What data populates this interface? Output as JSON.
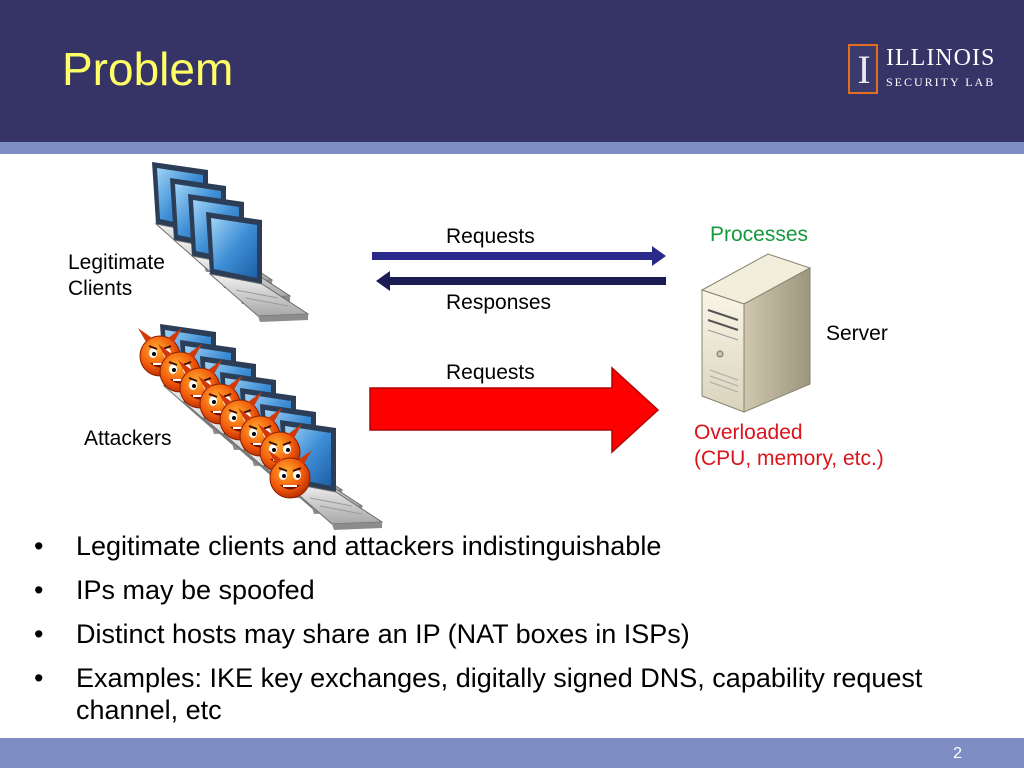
{
  "slide": {
    "title": "Problem",
    "page_number": "2"
  },
  "logo": {
    "letter": "I",
    "name": "ILLINOIS",
    "subtitle": "SECURITY LAB"
  },
  "diagram": {
    "legit_clients_label_line1": "Legitimate",
    "legit_clients_label_line2": "Clients",
    "attackers_label": "Attackers",
    "requests_top_label": "Requests",
    "responses_label": "Responses",
    "requests_bottom_label": "Requests",
    "processes_label": "Processes",
    "server_label": "Server",
    "overloaded_line1": "Overloaded",
    "overloaded_line2": "(CPU, memory, etc.)"
  },
  "bullets": [
    "Legitimate clients and attackers indistinguishable",
    "IPs may be spoofed",
    "Distinct hosts may share an IP (NAT boxes in ISPs)",
    "Examples: IKE key exchanges, digitally signed DNS, capability request channel, etc"
  ],
  "colors": {
    "header": "#363367",
    "rule": "#7e8ec4",
    "title": "#ffff66",
    "processes": "#149a3c",
    "overloaded": "#d8141c",
    "request_arrow": "#ff0000",
    "line_arrow": "#2a2a8a"
  },
  "icons": {
    "laptop": "laptop-icon",
    "devil": "devil-face-icon",
    "server": "server-tower-icon"
  }
}
